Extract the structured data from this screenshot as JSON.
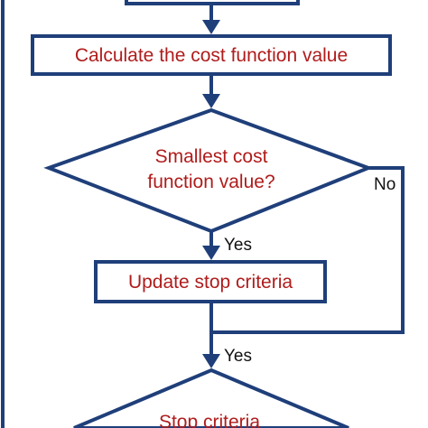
{
  "nodes": {
    "calc": {
      "label": "Calculate the cost function value"
    },
    "decision": {
      "line1": "Smallest cost",
      "line2": "function value?"
    },
    "update": {
      "label": "Update stop criteria"
    },
    "stop": {
      "label": "Stop criteria"
    }
  },
  "edges": {
    "no_label": "No",
    "yes1_label": "Yes",
    "yes2_label": "Yes"
  },
  "colors": {
    "stroke": "#1f3f7a",
    "text": "#b01c1c",
    "edge_text": "#111111"
  }
}
